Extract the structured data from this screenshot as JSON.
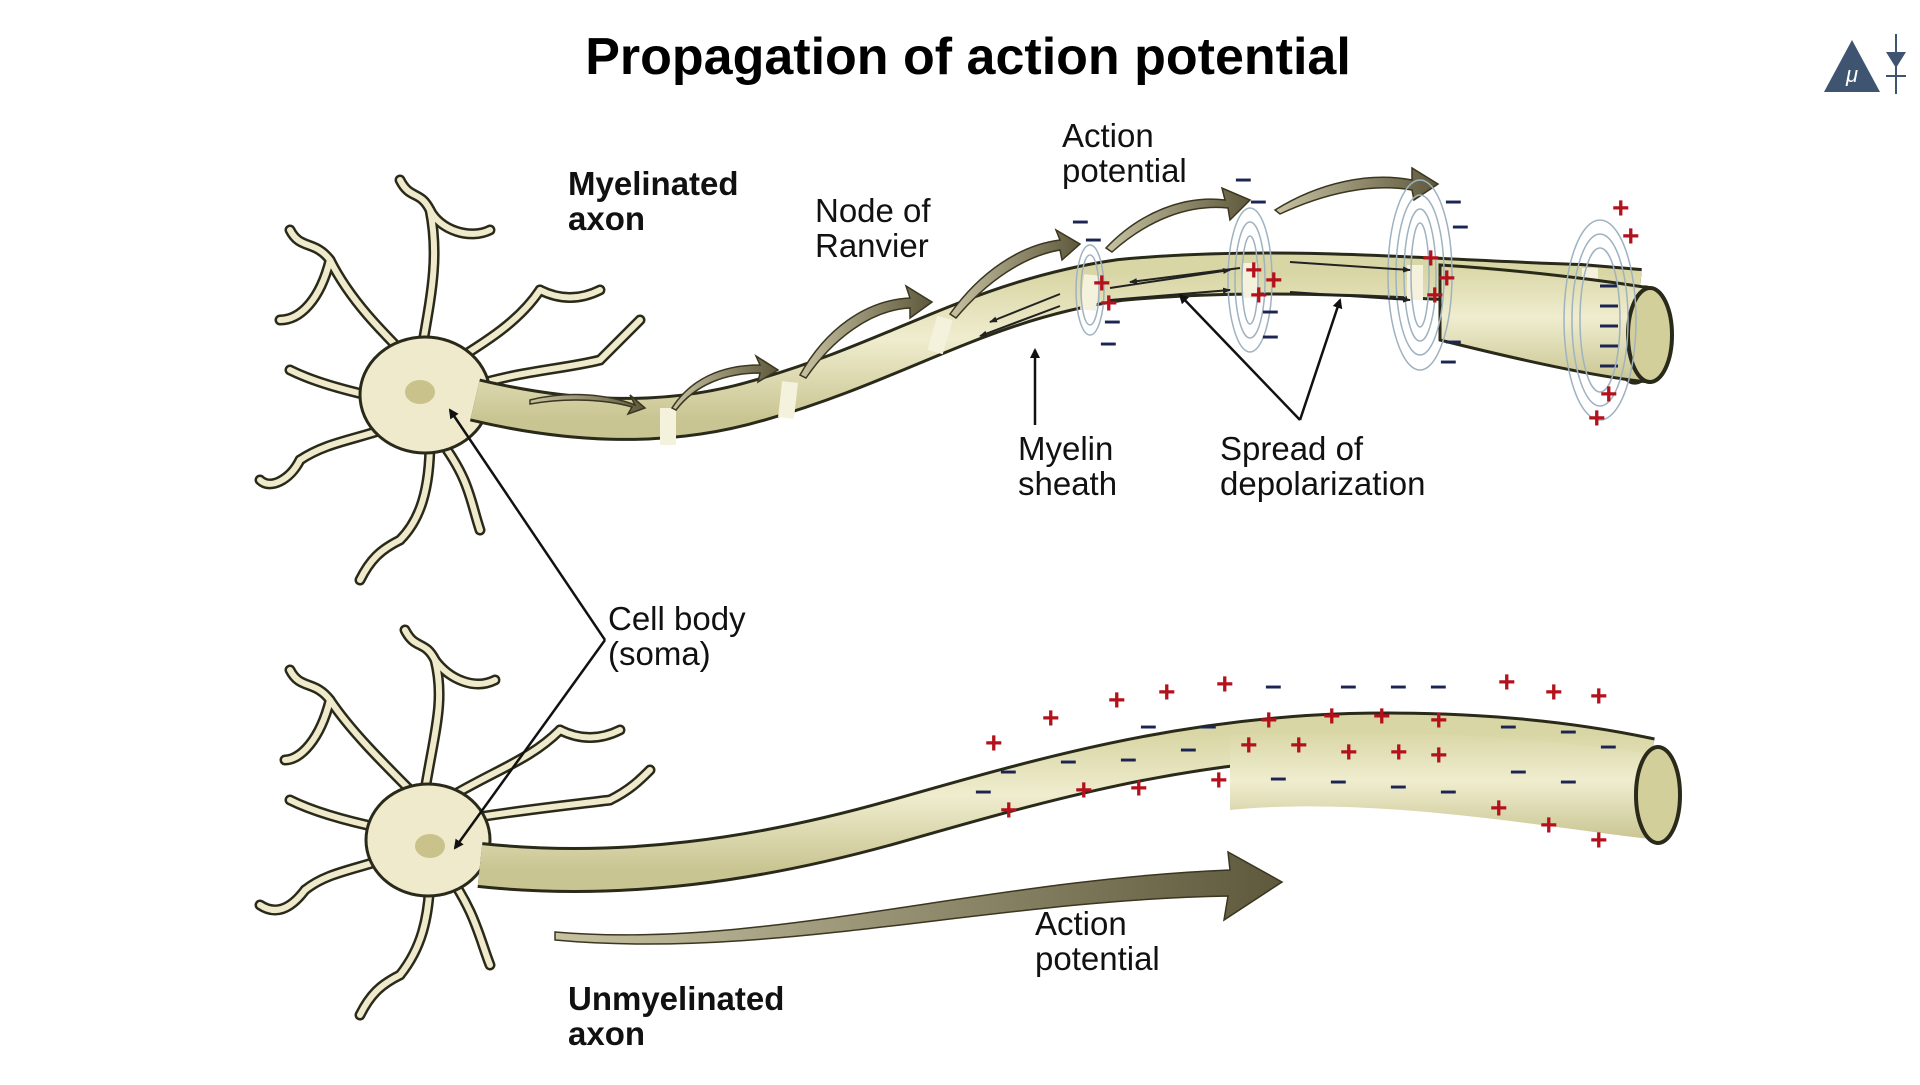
{
  "title": "Propagation of action potential",
  "labels": {
    "myelinated": [
      "Myelinated",
      "axon"
    ],
    "node": [
      "Node of",
      "Ranvier"
    ],
    "action_top": [
      "Action",
      "potential"
    ],
    "myelin_sheath": [
      "Myelin",
      "sheath"
    ],
    "spread": [
      "Spread of",
      "depolarization"
    ],
    "cell_body": [
      "Cell body",
      "(soma)"
    ],
    "action_bottom": [
      "Action",
      "potential"
    ],
    "unmyelinated": [
      "Unmyelinated",
      "axon"
    ]
  },
  "charges": {
    "plus": "+",
    "minus": "–"
  },
  "colors": {
    "axon_fill": "#e4e2b8",
    "axon_stroke": "#2a2a1a",
    "arrow_fill": "#7a7456",
    "plus": "#b3121c",
    "minus": "#1c2452",
    "field_rings": "#9fb2c0",
    "logo": "#3e5470"
  },
  "logo": {
    "icon": "mu-pyramid-logo",
    "symbol": "μ"
  }
}
